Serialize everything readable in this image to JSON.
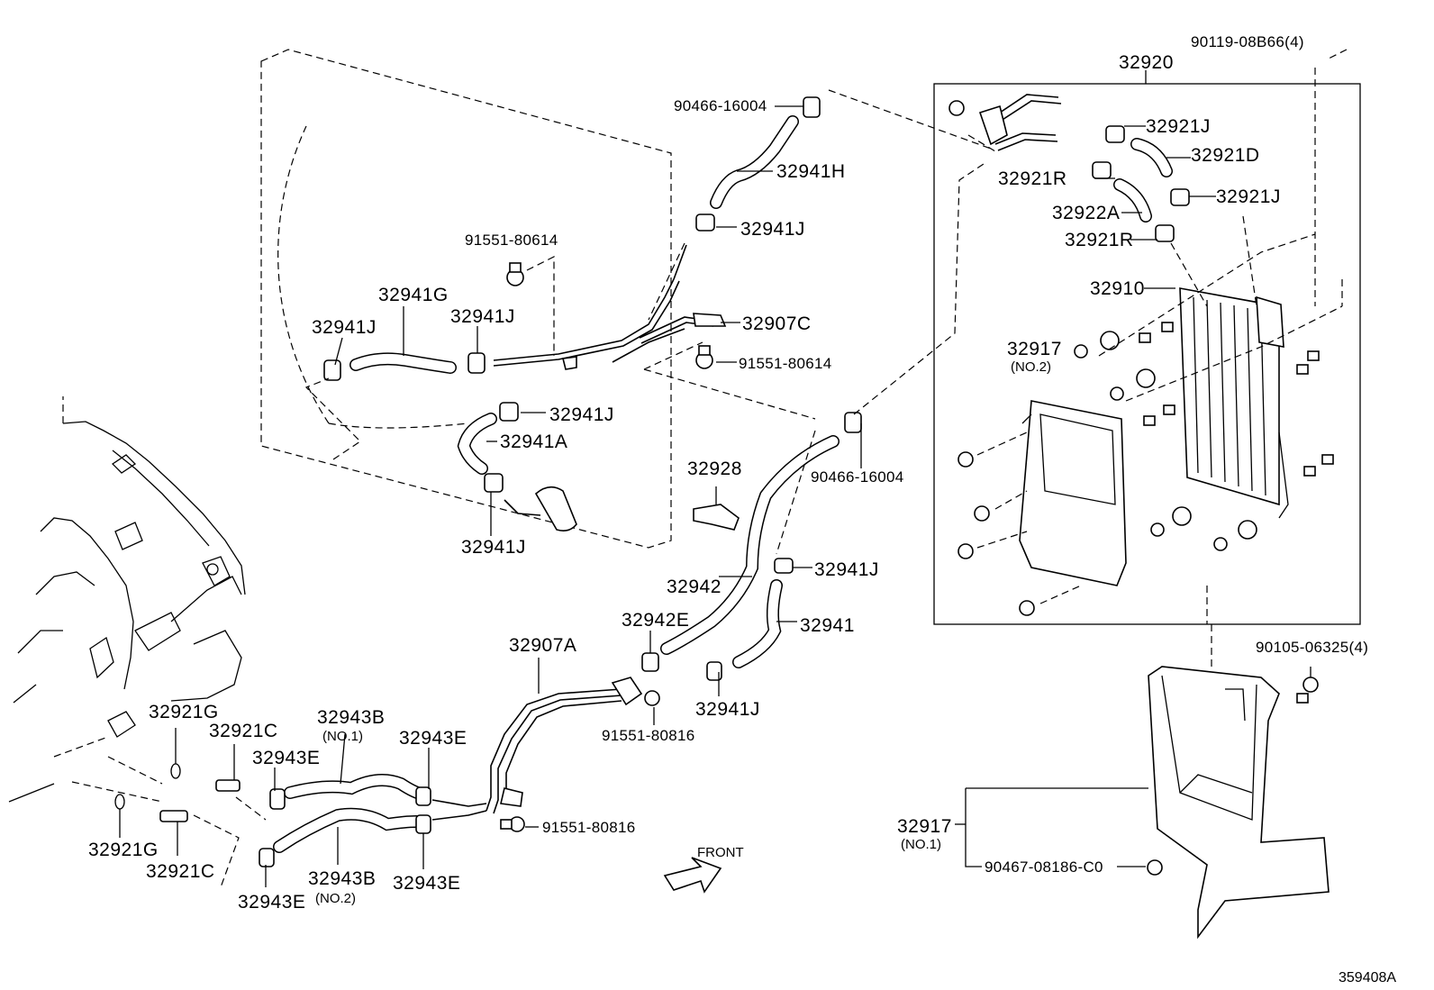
{
  "diagram_id": "359408A",
  "front_indicator": "FRONT",
  "labels": {
    "p32920": "32920",
    "p90119": "90119-08B66(4)",
    "p90466_top": "90466-16004",
    "p32941H": "32941H",
    "p32941J_a": "32941J",
    "p91551_a": "91551-80614",
    "p32941G": "32941G",
    "p32941J_b": "32941J",
    "p32941J_c": "32941J",
    "p32907C": "32907C",
    "p91551_b": "91551-80614",
    "p32941J_d": "32941J",
    "p32941A": "32941A",
    "p32941J_e": "32941J",
    "p32928": "32928",
    "p90466_mid": "90466-16004",
    "p32942": "32942",
    "p32941J_f": "32941J",
    "p32942E": "32942E",
    "p32941": "32941",
    "p32907A": "32907A",
    "p32941J_g": "32941J",
    "p91551_c": "91551-80816",
    "p32921G_a": "32921G",
    "p32921C_a": "32921C",
    "p32943B_1": "32943B",
    "p32943B_1_sub": "(NO.1)",
    "p32943E_a": "32943E",
    "p32943E_b": "32943E",
    "p91551_d": "91551-80816",
    "p32921G_b": "32921G",
    "p32921C_b": "32921C",
    "p32943B_2": "32943B",
    "p32943B_2_sub": "(NO.2)",
    "p32943E_c": "32943E",
    "p32943E_d": "32943E",
    "p32921J_a": "32921J",
    "p32921D": "32921D",
    "p32921R_a": "32921R",
    "p32921J_b": "32921J",
    "p32922A": "32922A",
    "p32921R_b": "32921R",
    "p32910": "32910",
    "p32917_2": "32917",
    "p32917_2_sub": "(NO.2)",
    "p90105": "90105-06325(4)",
    "p32917_1": "32917",
    "p32917_1_sub": "(NO.1)",
    "p90467": "90467-08186-C0"
  }
}
